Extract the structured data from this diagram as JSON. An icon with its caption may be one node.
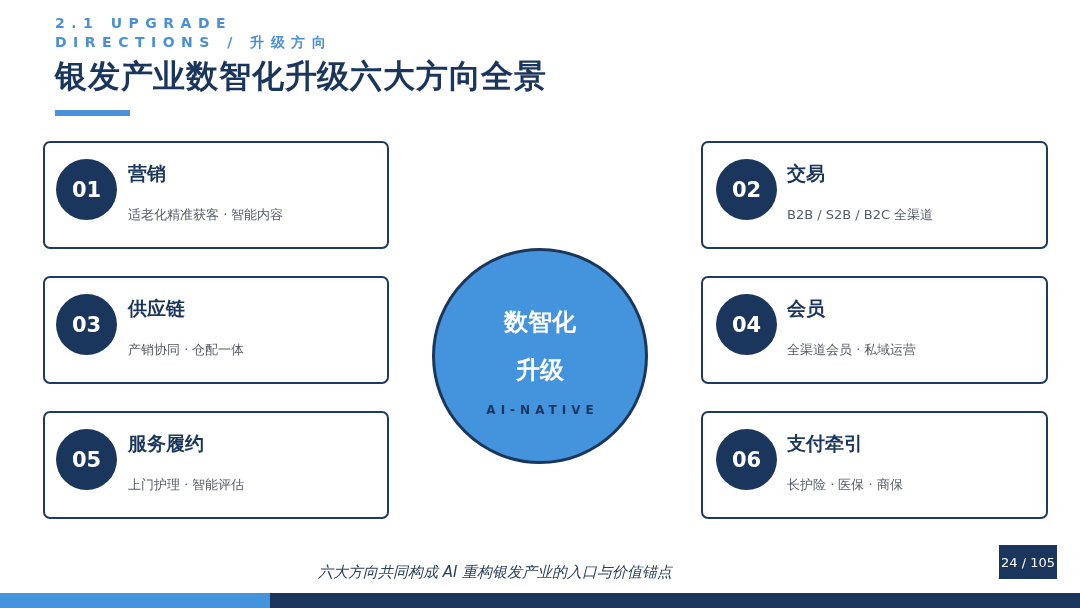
{
  "diagram": {
    "title": "银发产业数智化升级六大方向全景",
    "caption": "六大方向共同构成 AI 重构银发产业的入口与价值锚点",
    "nodes": [
      {
        "text": [
          "营销",
          "适老化精准获客 · 智能内容"
        ]
      },
      {
        "text": [
          "01"
        ],
        "in": 0
      },
      {
        "text": [
          "交易",
          "B2B / S2B / B2C 全渠道"
        ]
      },
      {
        "text": [
          "02"
        ],
        "in": 2
      },
      {
        "text": [
          "供应链",
          "产销协同 · 仓配一体"
        ]
      },
      {
        "text": [
          "03"
        ],
        "in": 4
      },
      {
        "text": [
          "数智化升级",
          "AI-NATIVE"
        ]
      },
      {
        "text": [
          "会员",
          "全渠道会员 · 私域运营"
        ]
      },
      {
        "text": [
          "04"
        ],
        "in": 7
      },
      {
        "text": [
          "服务履约",
          "上门护理 · 智能评估"
        ]
      },
      {
        "text": [
          "05"
        ],
        "in": 9
      },
      {
        "text": [
          "支付牵引",
          "长护险 · 医保 · 商保"
        ]
      },
      {
        "text": [
          "06"
        ],
        "in": 11
      },
      {
        "text": [
          "24 / 105"
        ]
      }
    ],
    "labels": [
      "2.1 UPGRADE DIRECTIONS / 升级方向"
    ]
  }
}
